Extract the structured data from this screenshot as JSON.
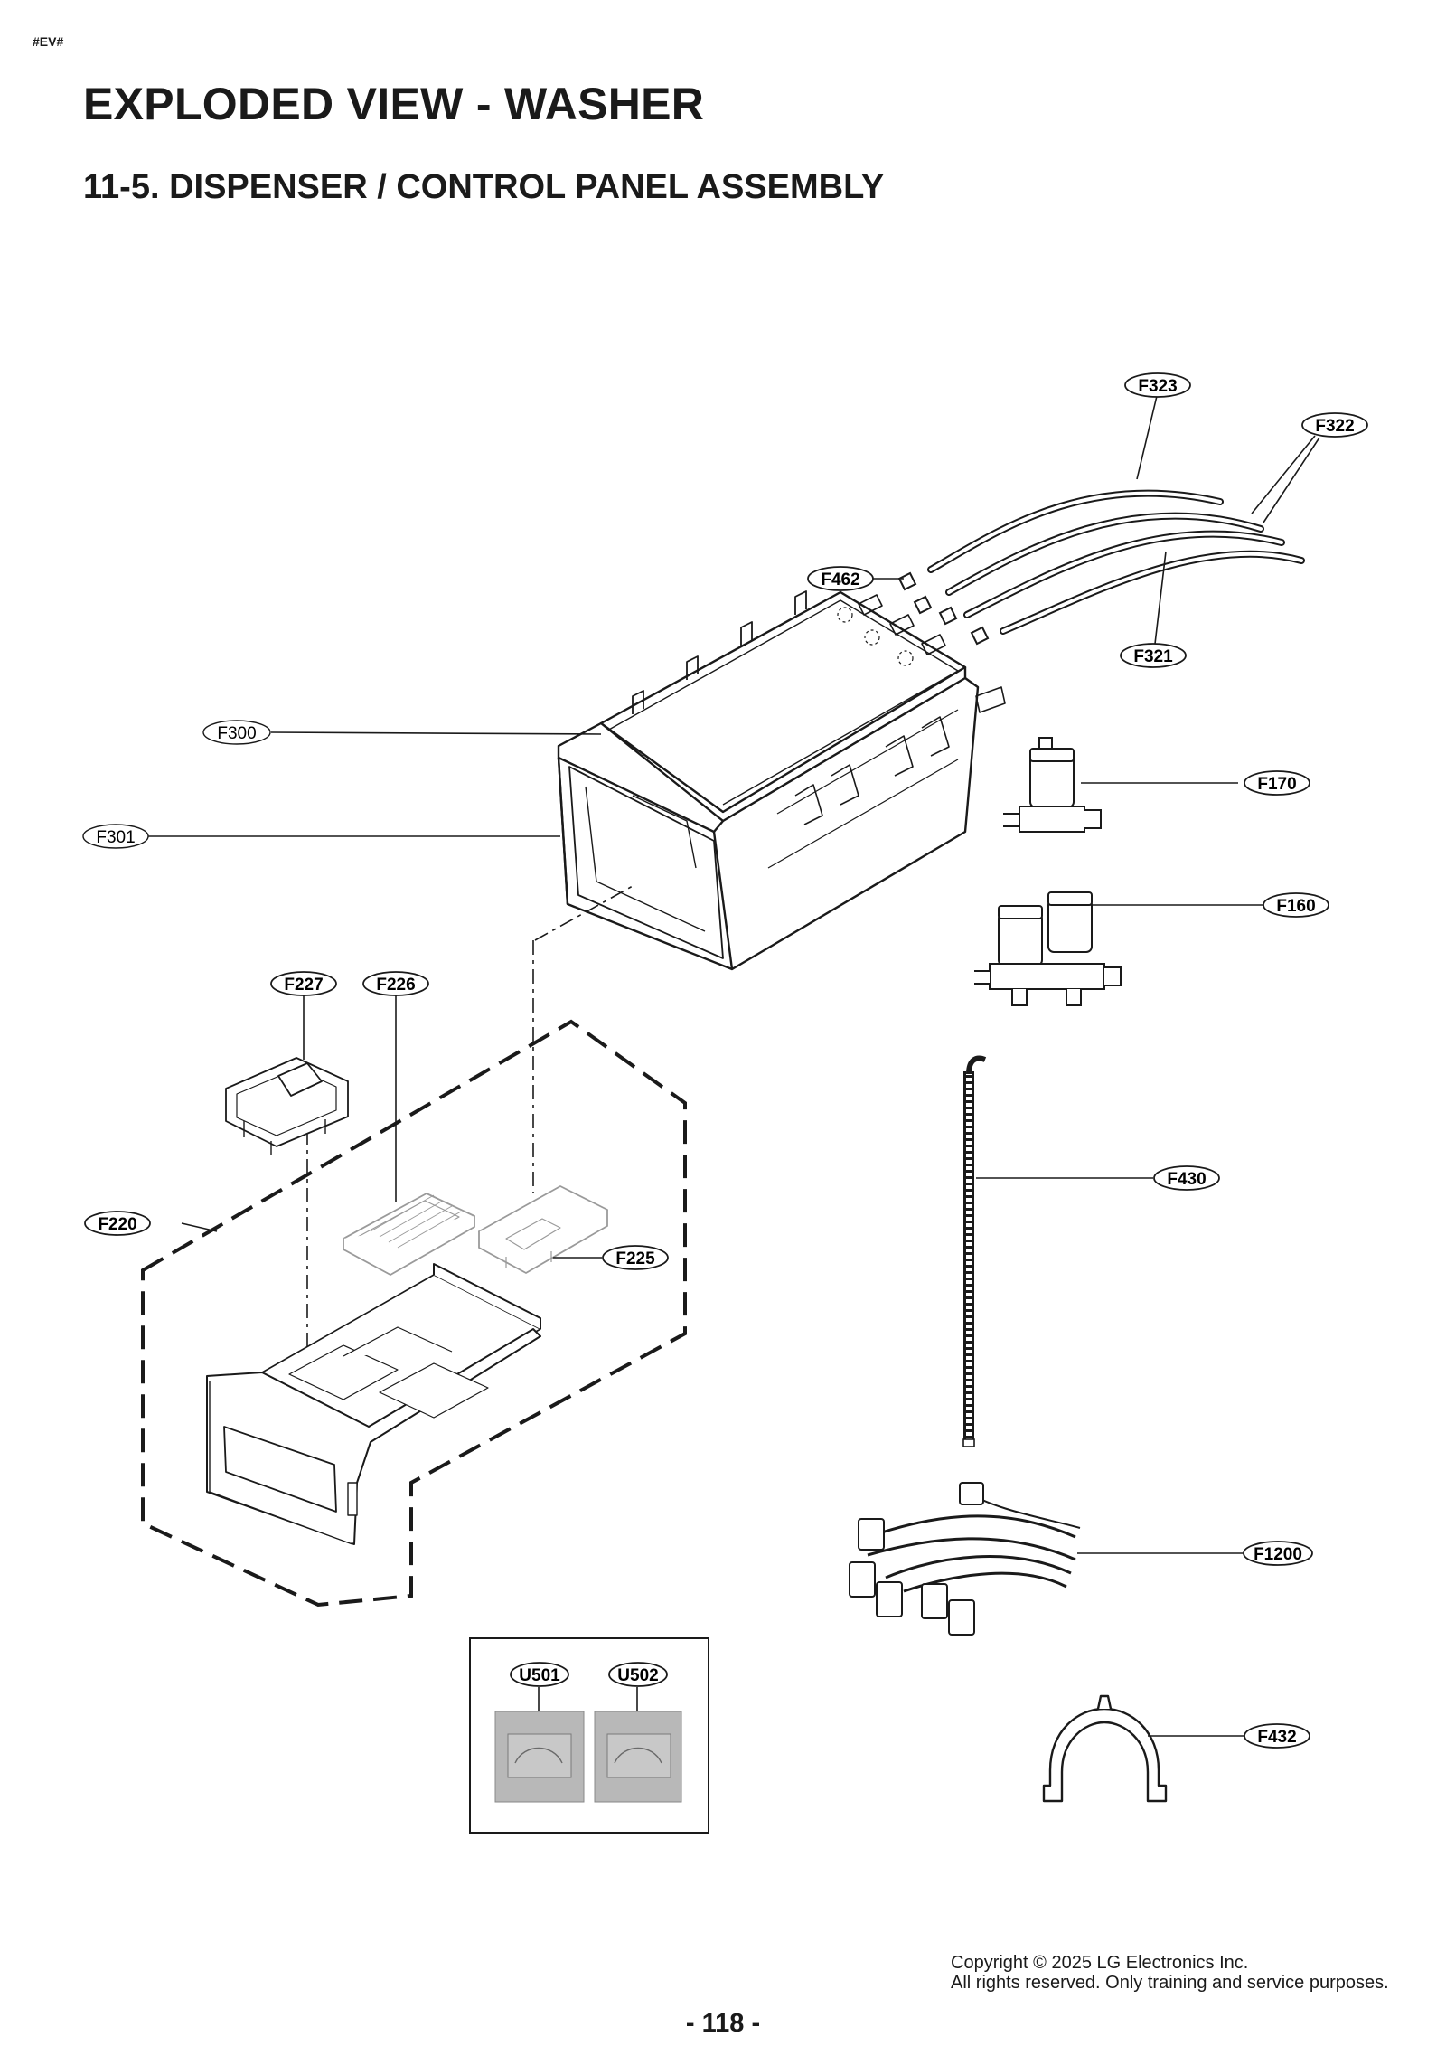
{
  "doc": {
    "tag": "#EV#",
    "title": "EXPLODED VIEW - WASHER",
    "subtitle": "11-5. DISPENSER / CONTROL PANEL ASSEMBLY",
    "page_number": "- 118 -",
    "copyright_line1": "Copyright © 2025 LG Electronics Inc.",
    "copyright_line2": "All rights reserved. Only training and service purposes."
  },
  "parts": {
    "F323": "F323",
    "F322": "F322",
    "F462": "F462",
    "F321": "F321",
    "F300": "F300",
    "F301": "F301",
    "F170": "F170",
    "F160": "F160",
    "F227": "F227",
    "F226": "F226",
    "F220": "F220",
    "F225": "F225",
    "F430": "F430",
    "F1200": "F1200",
    "F432": "F432",
    "U501": "U501",
    "U502": "U502"
  },
  "colors": {
    "line": "#1a1a1a",
    "light_line": "#9a9a9a",
    "photo_bg": "#b8b8b8"
  }
}
